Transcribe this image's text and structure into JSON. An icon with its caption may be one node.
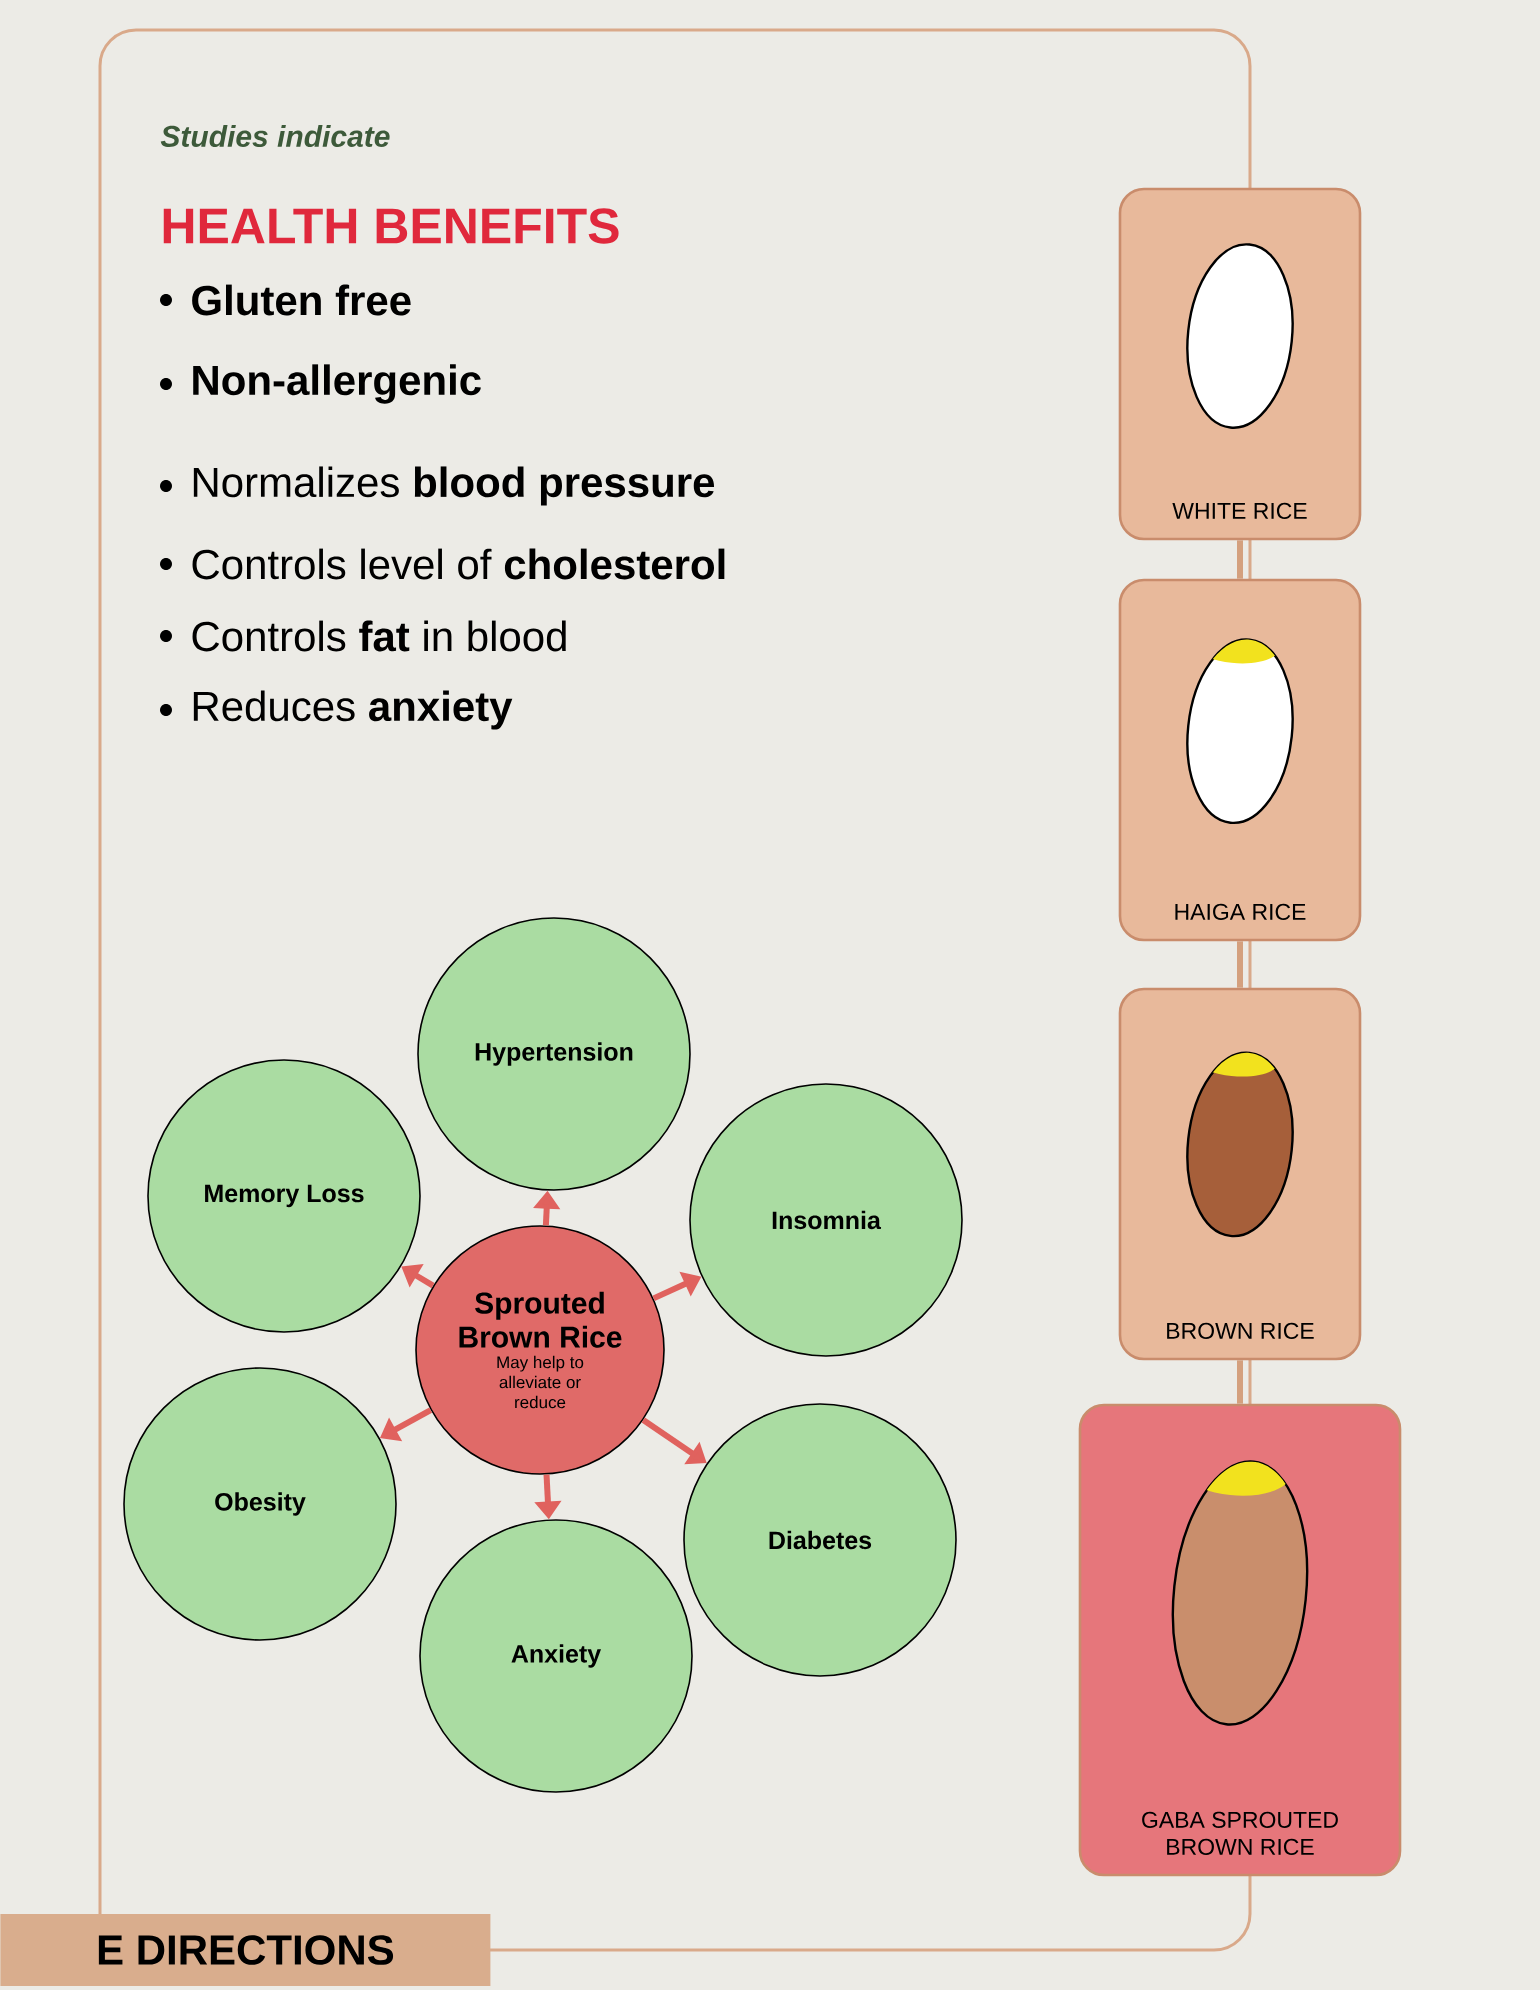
{
  "diagram": {
    "nodes": [
      {
        "text": [
          "Sprouted Brown Rice",
          "May help to alleviate or reduce"
        ]
      },
      {
        "text": [
          "Hypertension"
        ]
      },
      {
        "text": [
          "Memory Loss"
        ]
      },
      {
        "text": [
          "Insomnia"
        ]
      },
      {
        "text": [
          "Obesity"
        ]
      },
      {
        "text": [
          "Diabetes"
        ]
      },
      {
        "text": [
          "Anxiety"
        ]
      },
      {
        "text": [
          "WHITE RICE"
        ]
      },
      {
        "text": [
          "HAIGA RICE"
        ]
      },
      {
        "text": [
          "BROWN RICE"
        ]
      },
      {
        "text": [
          "GABA SPROUTED BROWN RICE"
        ]
      }
    ],
    "edges": [
      {
        "from": 0,
        "to": 1,
        "arrow": "to"
      },
      {
        "from": 0,
        "to": 2,
        "arrow": "to"
      },
      {
        "from": 0,
        "to": 3,
        "arrow": "to"
      },
      {
        "from": 0,
        "to": 4,
        "arrow": "to"
      },
      {
        "from": 0,
        "to": 5,
        "arrow": "to"
      },
      {
        "from": 0,
        "to": 6,
        "arrow": "to"
      },
      {
        "from": 7,
        "to": 8,
        "arrow": "none",
        "color": "#d4a07e"
      },
      {
        "from": 8,
        "to": 9,
        "arrow": "none",
        "color": "#d4a07e"
      },
      {
        "from": 9,
        "to": 10,
        "arrow": "none",
        "color": "#d4a07e"
      }
    ],
    "labels": [
      "Studies indicate",
      "HEALTH BENEFITS",
      "Gluten free",
      "Non-allergenic",
      "Normalizes **blood pressure**",
      "Controls level of **cholesterol**",
      "Controls **fat** in blood",
      "Reduces **anxiety**",
      "E DIRECTIONS"
    ]
  }
}
